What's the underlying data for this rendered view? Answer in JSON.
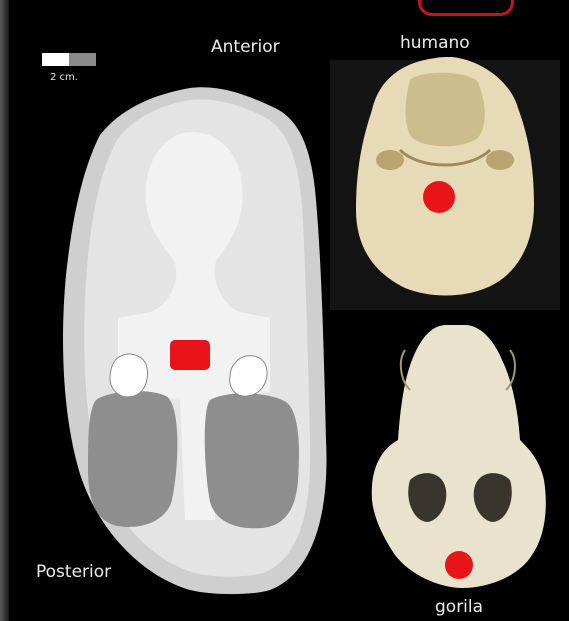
{
  "labels": {
    "anterior": "Anterior",
    "posterior": "Posterior",
    "human": "humano",
    "gorilla": "gorila",
    "scale": "2 cm."
  },
  "colors": {
    "background": "#000000",
    "foramen": "#e8141a",
    "skull_outline": "#d2d2d2",
    "skull_fill": "#e4e4e4",
    "condyle_pad": "#8e8e8e",
    "bone": "#e8dcb8"
  },
  "icons": [
    "scale-bar-icon",
    "foramen-magnum-marker-icon",
    "occipital-condyle-icon"
  ]
}
